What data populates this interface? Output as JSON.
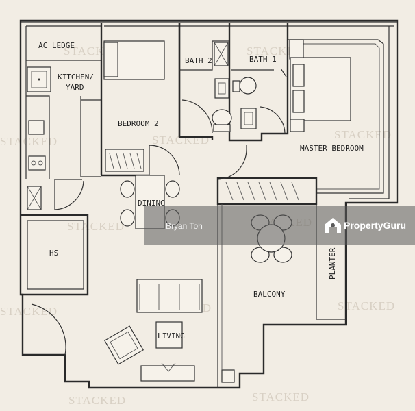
{
  "rooms": {
    "ac_ledge": "AC LEDGE",
    "kitchen": "KITCHEN/",
    "yard": "YARD",
    "bedroom2": "BEDROOM 2",
    "bath2": "BATH 2",
    "bath1": "BATH 1",
    "master": "MASTER BEDROOM",
    "dining": "DINING",
    "hs": "HS",
    "living": "LIVING",
    "balcony": "BALCONY",
    "planter": "PLANTER"
  },
  "watermarks": {
    "text": "STACKED"
  },
  "overlay": {
    "credit": "Bryan Toh",
    "brand": "PropertyGuru"
  },
  "colors": {
    "background": "#f2ede4",
    "overlay": "#5a5a5a"
  }
}
